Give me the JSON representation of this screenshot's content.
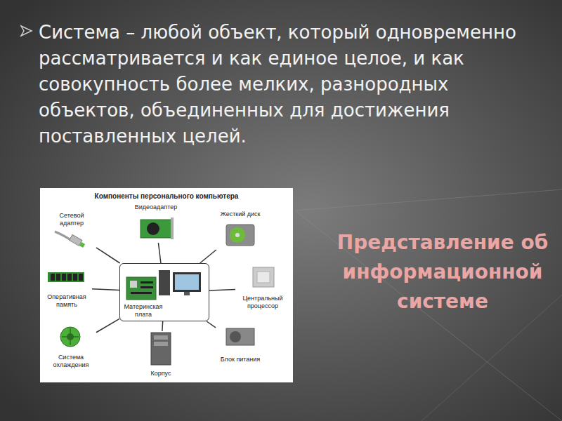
{
  "diagram": {
    "title": "Представление об информационной системе",
    "nodes": [
      {
        "text": [
          "Компоненты персонального компьютера"
        ]
      },
      {
        "text": [
          "Сетевой адаптер"
        ],
        "in": 0
      },
      {
        "text": [
          "Видеоадаптер"
        ],
        "in": 0
      },
      {
        "text": [
          "Жесткий диск"
        ],
        "in": 0
      },
      {
        "text": [
          "Оперативная память"
        ],
        "in": 0
      },
      {
        "text": [
          "Материнская плата"
        ],
        "in": 0
      },
      {
        "text": [
          "Центральный процессор"
        ],
        "in": 0
      },
      {
        "text": [
          "Система охлаждения"
        ],
        "in": 0
      },
      {
        "text": [
          "Корпус"
        ],
        "in": 0
      },
      {
        "text": [
          "Блок питания"
        ],
        "in": 0
      }
    ],
    "edges": [
      {
        "from": 5,
        "to": 1,
        "arrow": "none"
      },
      {
        "from": 5,
        "to": 2,
        "arrow": "none"
      },
      {
        "from": 5,
        "to": 3,
        "arrow": "none"
      },
      {
        "from": 5,
        "to": 4,
        "arrow": "none"
      },
      {
        "from": 5,
        "to": 6,
        "arrow": "none"
      },
      {
        "from": 5,
        "to": 7,
        "arrow": "none"
      },
      {
        "from": 5,
        "to": 8,
        "arrow": "none"
      },
      {
        "from": 5,
        "to": 9,
        "arrow": "none"
      }
    ],
    "labels": [
      "Система – любой объект, который одновременно рассматривается и как единое целое, и как совокупность более мелких, разнородных объектов, объединенных для достижения поставленных целей."
    ]
  }
}
